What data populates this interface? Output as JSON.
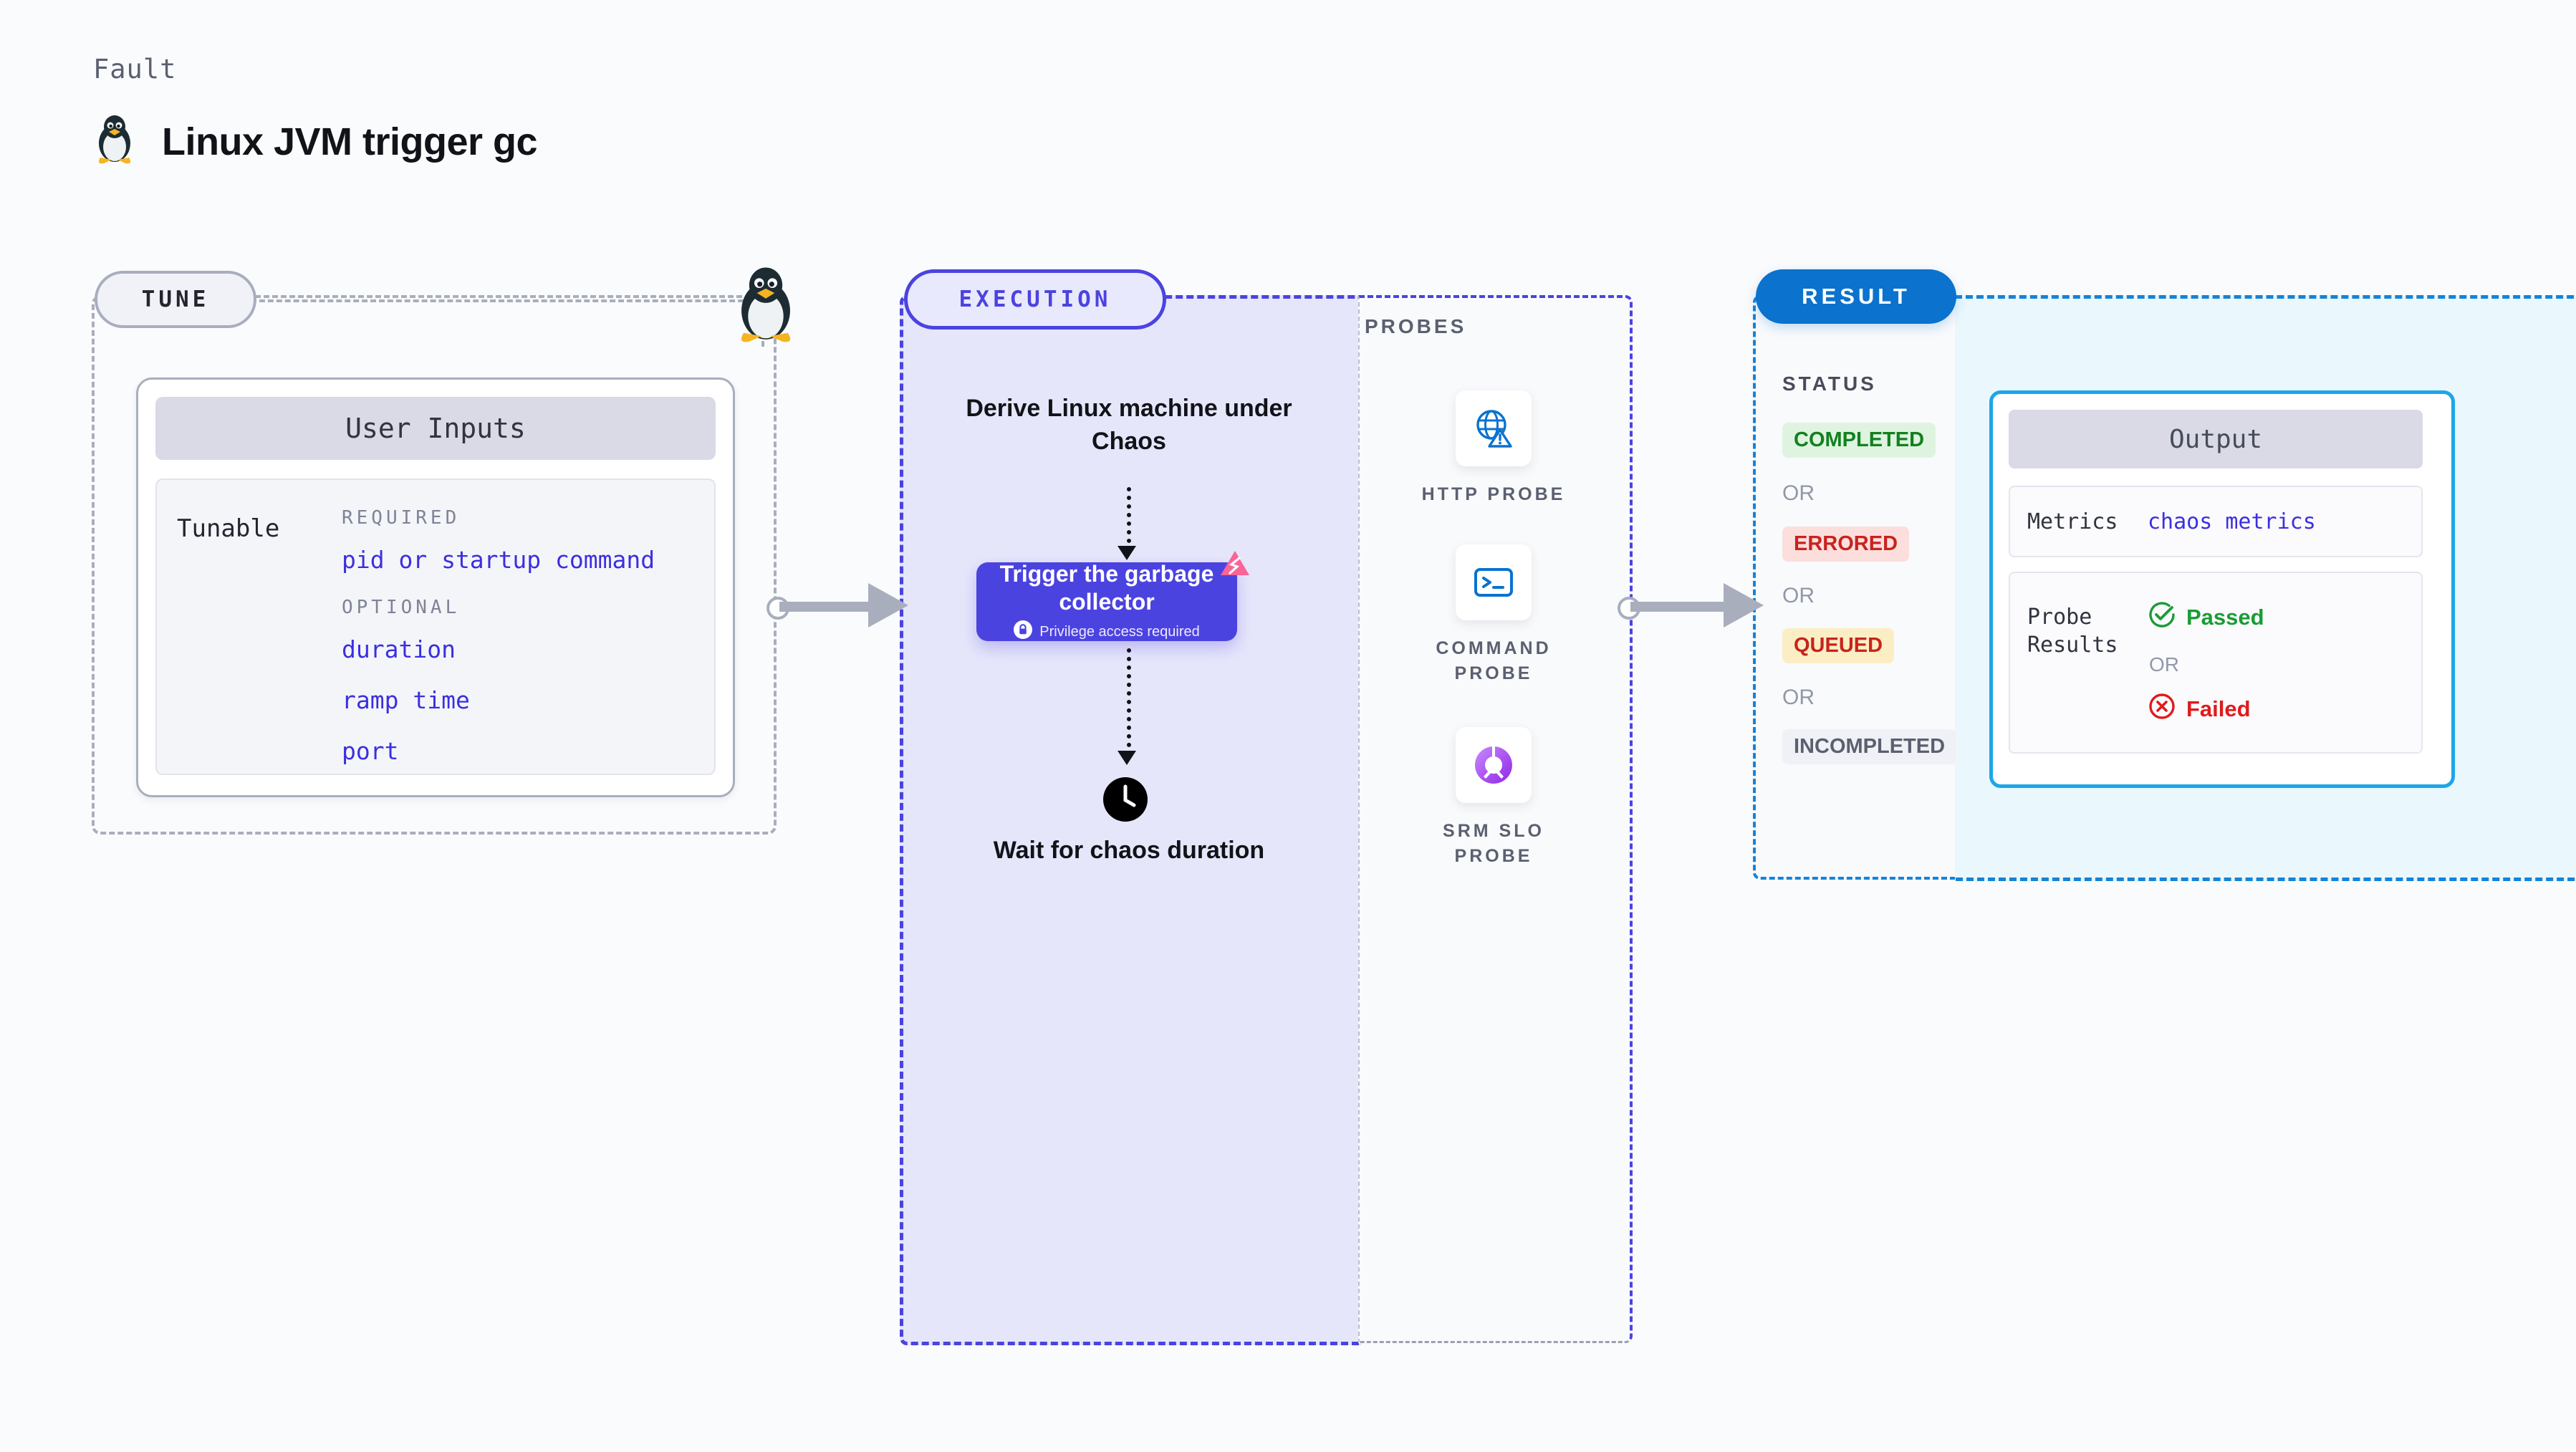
{
  "header": {
    "kicker": "Fault",
    "title": "Linux JVM trigger gc",
    "icon": "tux-penguin-icon"
  },
  "tune": {
    "pill_label": "TUNE",
    "card_header": "User Inputs",
    "row_label": "Tunable",
    "groups": [
      {
        "label": "REQUIRED",
        "items": [
          "pid or startup command"
        ]
      },
      {
        "label": "OPTIONAL",
        "items": [
          "duration",
          "ramp time",
          "port"
        ]
      }
    ]
  },
  "execution": {
    "pill_label": "EXECUTION",
    "step_one": "Derive Linux machine under Chaos",
    "node": {
      "title": "Trigger the garbage collector",
      "privilege_note": "Privilege access required",
      "lock_icon": "lock-icon",
      "chaos_icon": "chaos-badge-icon"
    },
    "step_two": "Wait for chaos duration",
    "clock_icon": "clock-icon"
  },
  "probes": {
    "section_label": "PROBES",
    "items": [
      {
        "caption": "HTTP PROBE",
        "icon": "globe-warning-icon"
      },
      {
        "caption": "COMMAND PROBE",
        "icon": "terminal-icon"
      },
      {
        "caption": "SRM SLO PROBE",
        "icon": "slo-donut-check-icon"
      }
    ]
  },
  "result": {
    "pill_label": "RESULT",
    "status_label": "STATUS",
    "or_text": "OR",
    "statuses": [
      {
        "label": "COMPLETED",
        "bg": "#dff4e0",
        "fg": "#13801f"
      },
      {
        "label": "ERRORED",
        "bg": "#fcdedd",
        "fg": "#c8231d"
      },
      {
        "label": "QUEUED",
        "bg": "#fceec4",
        "fg": "#c8231d"
      },
      {
        "label": "INCOMPLETED",
        "bg": "#f0f1f6",
        "fg": "#5b6070"
      }
    ],
    "output": {
      "header": "Output",
      "metrics_key": "Metrics",
      "metrics_value": "chaos metrics",
      "probe_key": "Probe Results",
      "passed": "Passed",
      "failed": "Failed",
      "passed_icon": "check-circle-icon",
      "failed_icon": "x-circle-icon",
      "or_text": "OR"
    }
  },
  "connectors": {
    "arrow_icon": "right-arrow-connector"
  },
  "colors": {
    "accent_purple": "#4b43e0",
    "accent_blue": "#0b72ce",
    "accent_cyan": "#1da6e8",
    "muted": "#a9aebd",
    "pink": "#fb6496"
  }
}
